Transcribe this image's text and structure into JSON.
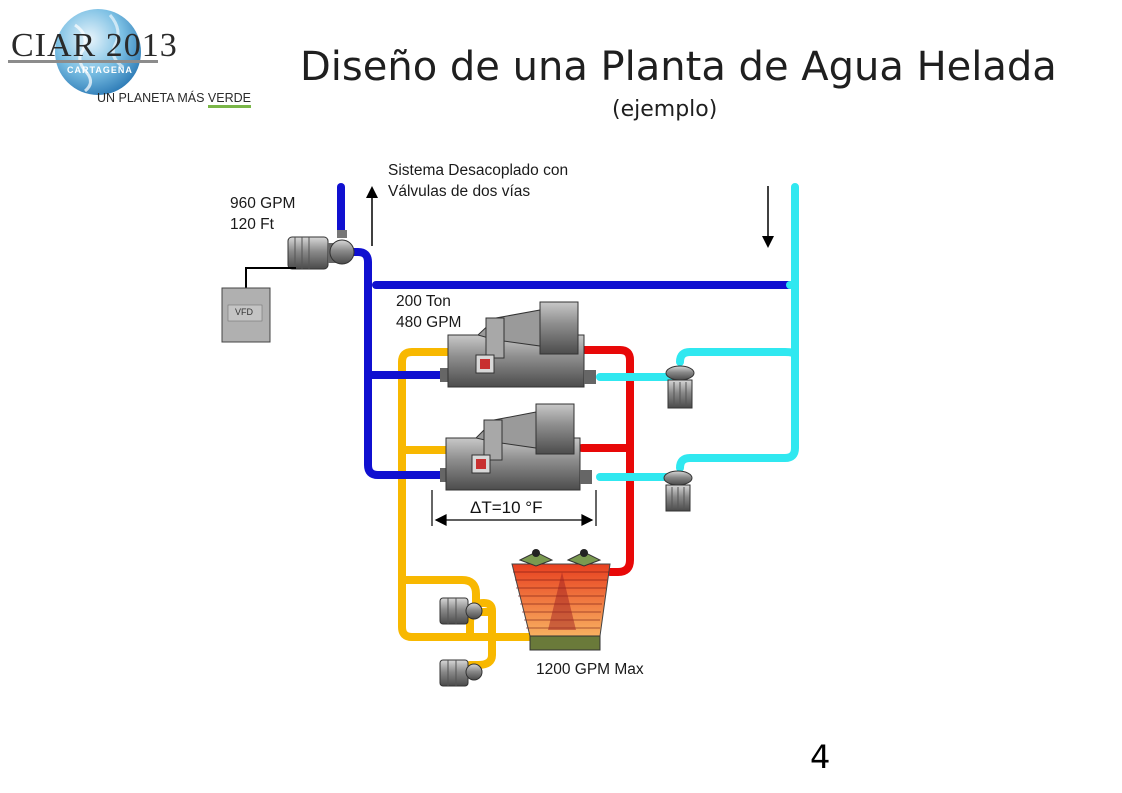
{
  "logo": {
    "brand": "CIAR 2013",
    "city": "CARTAGENA",
    "tagline_part1": "UN PLANETA MÁS ",
    "tagline_part2": "VERDE"
  },
  "slide": {
    "title": "Diseño de una Planta de Agua Helada",
    "subtitle": "(ejemplo)",
    "page_number": "4"
  },
  "diagram": {
    "system_note_line1": "Sistema Desacoplado con",
    "system_note_line2": "Válvulas de dos vías",
    "pump_flow": "960 GPM",
    "pump_head": "120 Ft",
    "vfd_label": "VFD",
    "chiller_capacity": "200 Ton",
    "chiller_flow": "480 GPM",
    "delta_t": "ΔT=10 °F",
    "tower_flow": "1200 GPM Max"
  },
  "colors": {
    "chilled_supply": "#1010d0",
    "chilled_return": "#30e8f0",
    "condenser_supply": "#f8b800",
    "condenser_return": "#e80808",
    "equipment": "#8a8a8a"
  }
}
